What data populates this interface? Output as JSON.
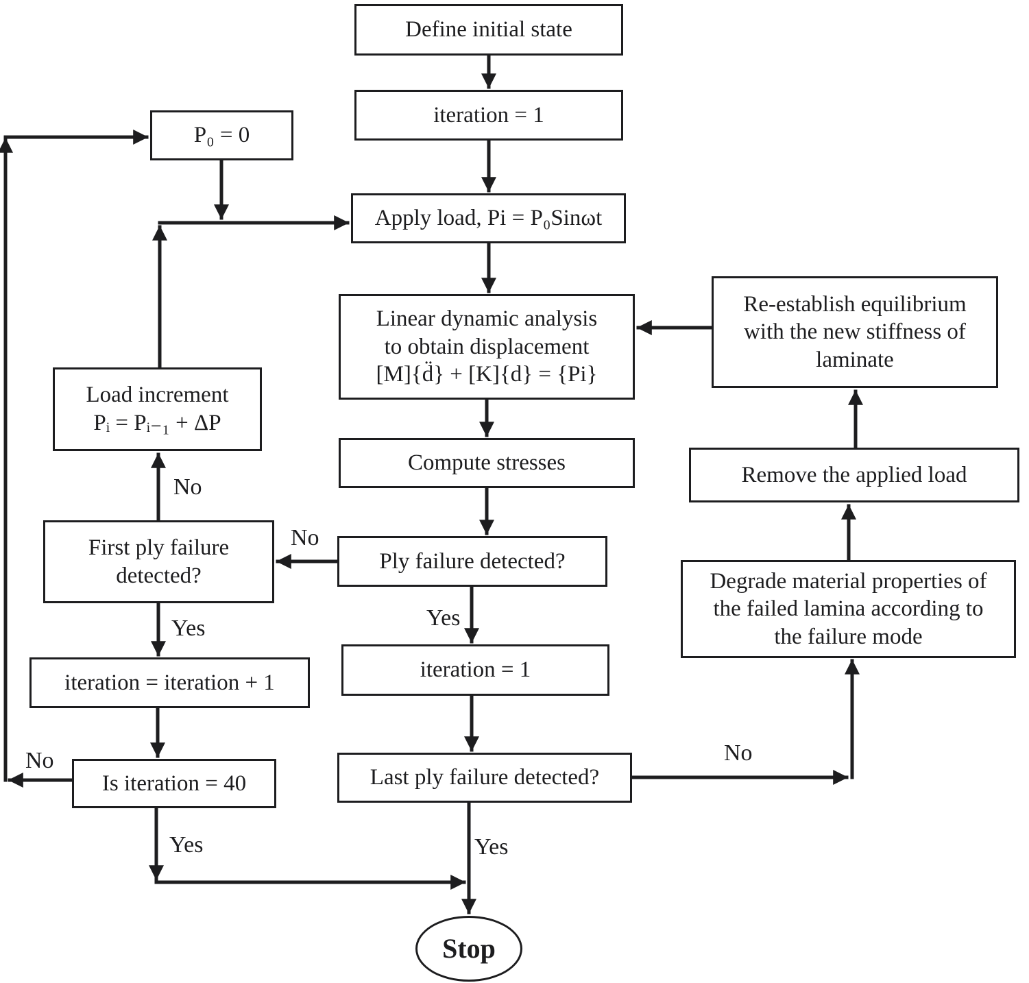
{
  "flowchart": {
    "nodes": {
      "define_initial_state": "Define initial state",
      "iteration_init": "iteration = 1",
      "p0_reset": "P₀ = 0",
      "apply_load": "Apply load, Pi = P₀Sinωt",
      "linear_dynamic_analysis": "Linear dynamic analysis\nto obtain displacement\n[M]{d̈} + [K]{d} =  {Pi}",
      "reestablish_equilibrium": "Re-establish equilibrium\nwith the new stiffness of\nlaminate",
      "compute_stresses": "Compute stresses",
      "remove_applied_load": "Remove the applied load",
      "load_increment": "Load increment\nPᵢ = Pᵢ₋₁ + ΔP",
      "first_ply_failure": "First ply failure\ndetected?",
      "ply_failure": "Ply failure detected?",
      "degrade_material": "Degrade material properties of\nthe failed lamina according to\nthe failure mode",
      "iteration_reset": "iteration = 1",
      "iteration_increment": "iteration = iteration + 1",
      "is_iteration_40": "Is iteration = 40",
      "last_ply_failure": "Last ply failure detected?",
      "stop": "Stop"
    },
    "edge_labels": {
      "first_ply_no": "No",
      "ply_failure_no": "No",
      "first_ply_yes": "Yes",
      "ply_failure_yes": "Yes",
      "is_iteration_no": "No",
      "is_iteration_yes": "Yes",
      "last_ply_yes": "Yes",
      "last_ply_no": "No"
    }
  }
}
